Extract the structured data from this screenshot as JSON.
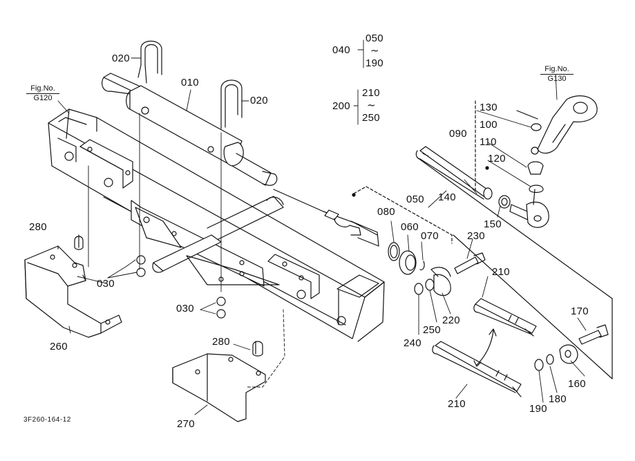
{
  "figure_refs": [
    {
      "label": "Fig.No.",
      "number": "G120"
    },
    {
      "label": "Fig.No.",
      "number": "G130"
    }
  ],
  "part_labels": {
    "p010": "010",
    "p020a": "020",
    "p020b": "020",
    "p030a": "030",
    "p030b": "030",
    "p040": "040",
    "p050a": "050",
    "p190a": "190",
    "p200": "200",
    "p210a": "210",
    "p250a": "250",
    "p050b": "050",
    "p060": "060",
    "p070": "070",
    "p080": "080",
    "p090": "090",
    "p100": "100",
    "p110": "110",
    "p120": "120",
    "p130": "130",
    "p140": "140",
    "p150": "150",
    "p160": "160",
    "p170": "170",
    "p180": "180",
    "p190b": "190",
    "p210b": "210",
    "p210c": "210",
    "p220": "220",
    "p230": "230",
    "p240": "240",
    "p250b": "250",
    "p260": "260",
    "p270": "270",
    "p280a": "280",
    "p280b": "280"
  },
  "range_marks": {
    "tilde_a": "~",
    "tilde_b": "~"
  },
  "drawing_code": "3F260-164-12",
  "colors": {
    "ink": "#111111",
    "paper": "#ffffff"
  }
}
